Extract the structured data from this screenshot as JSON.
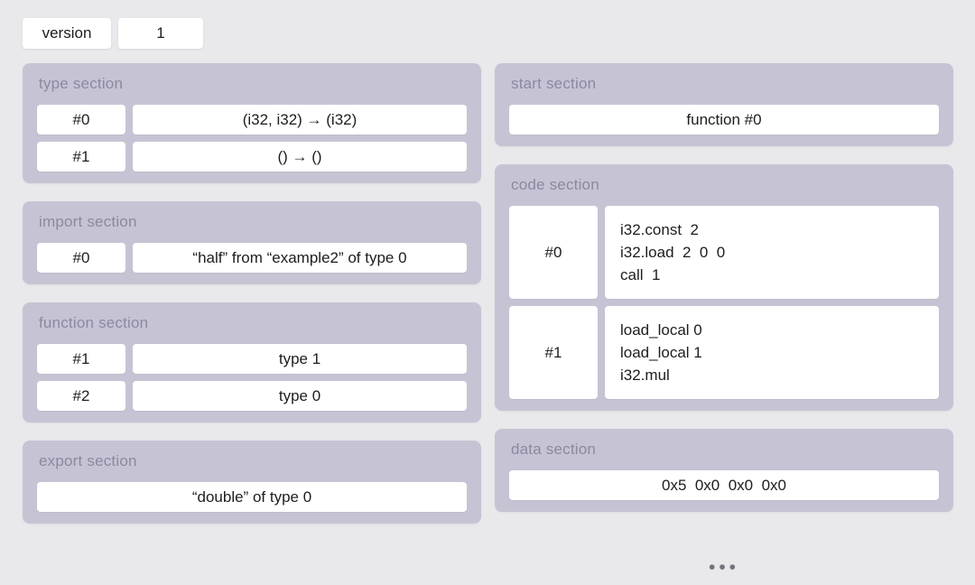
{
  "version": {
    "label": "version",
    "value": "1"
  },
  "sections": {
    "type": {
      "title": "type section",
      "rows": [
        {
          "index": "#0",
          "value": "(i32, i32) → (i32)"
        },
        {
          "index": "#1",
          "value": "() → ()"
        }
      ]
    },
    "import": {
      "title": "import section",
      "rows": [
        {
          "index": "#0",
          "value": "“half” from “example2” of type 0"
        }
      ]
    },
    "function": {
      "title": "function section",
      "rows": [
        {
          "index": "#1",
          "value": "type 1"
        },
        {
          "index": "#2",
          "value": "type 0"
        }
      ]
    },
    "export": {
      "title": "export section",
      "value": "“double” of type 0"
    },
    "start": {
      "title": "start section",
      "value": "function #0"
    },
    "code": {
      "title": "code section",
      "rows": [
        {
          "index": "#0",
          "lines": [
            "i32.const  2",
            "i32.load  2  0  0",
            "call  1"
          ]
        },
        {
          "index": "#1",
          "lines": [
            "load_local 0",
            "load_local 1",
            "i32.mul"
          ]
        }
      ]
    },
    "data": {
      "title": "data section",
      "value": "0x5  0x0  0x0  0x0"
    }
  },
  "more_indicator": "•••",
  "colors": {
    "background": "#e9e8eb",
    "panel": "#c6c4d4",
    "row_background": "#ffffff",
    "header_text": "#8b88a1",
    "row_text": "#1d1d1f",
    "dots": "#75737b"
  }
}
